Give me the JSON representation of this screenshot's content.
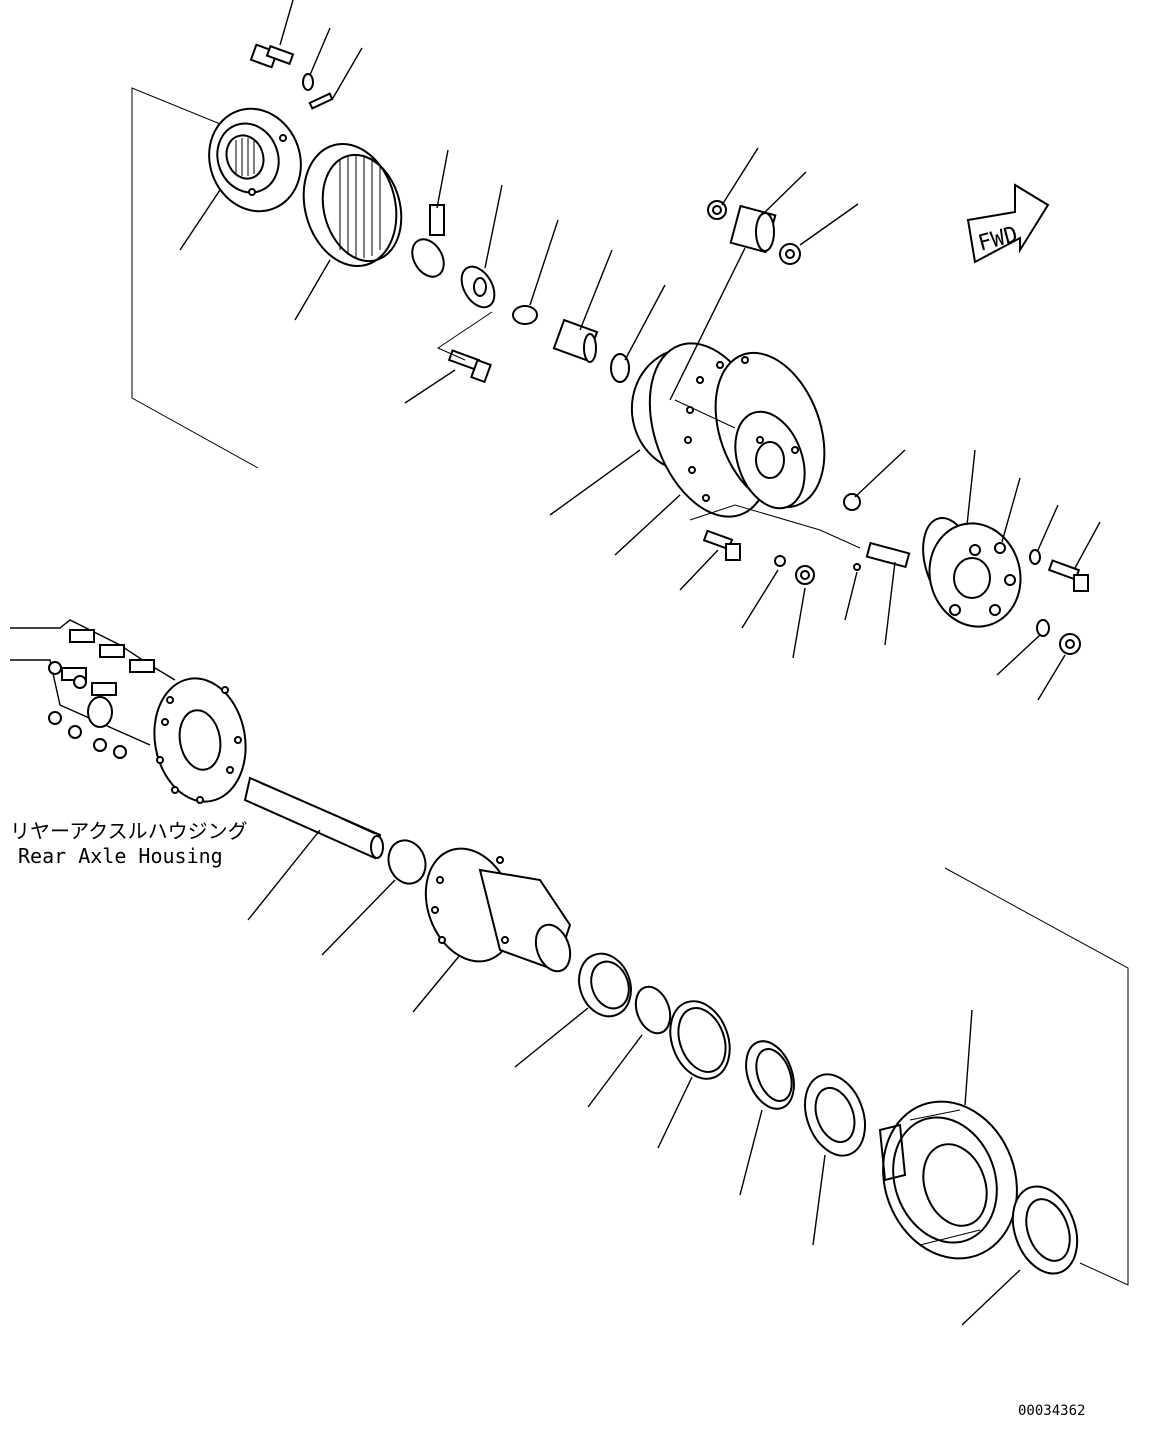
{
  "diagram": {
    "housing_label_jp": "リヤーアクスルハウジング",
    "housing_label_en": "Rear Axle Housing",
    "direction_marker": "FWD",
    "drawing_number": "00034362"
  }
}
